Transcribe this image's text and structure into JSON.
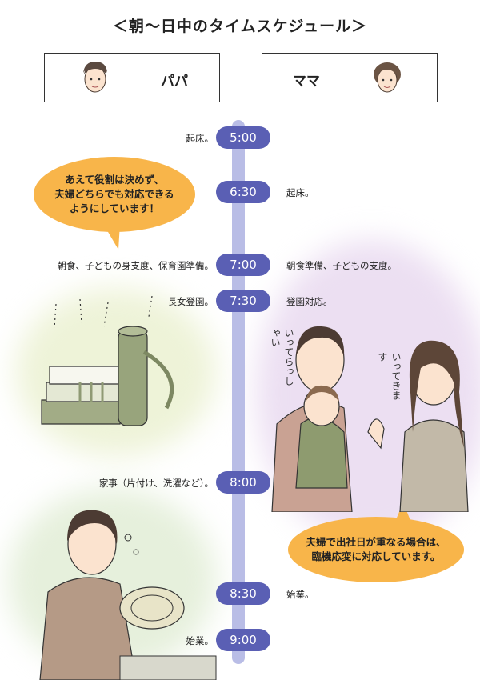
{
  "title": "＜朝〜日中のタイムスケジュール＞",
  "papa": {
    "label": "パパ"
  },
  "mama": {
    "label": "ママ"
  },
  "timeline": [
    {
      "time": "5:00",
      "papa": "起床。",
      "mama": ""
    },
    {
      "time": "6:30",
      "papa": "",
      "mama": "起床。"
    },
    {
      "time": "7:00",
      "papa": "朝食、子どもの身支度、保育園準備。",
      "mama": "朝食準備、子どもの支度。"
    },
    {
      "time": "7:30",
      "papa": "長女登園。",
      "mama": "登園対応。"
    },
    {
      "time": "8:00",
      "papa": "家事（片付け、洗濯など）。",
      "mama": ""
    },
    {
      "time": "8:30",
      "papa": "",
      "mama": "始業。"
    },
    {
      "time": "9:00",
      "papa": "始業。",
      "mama": ""
    }
  ],
  "bubbles": {
    "left": [
      "あえて役割は決めず、",
      "夫婦どちらでも対応できる",
      "ようにしています！"
    ],
    "right": [
      "夫婦で出社日が重なる場合は、",
      "臨機応変に対応しています。"
    ]
  },
  "handwriting": {
    "papa_says": "いってらっしゃい",
    "mama_says": "いってきます"
  },
  "colors": {
    "timeline_bar": "#b9bde6",
    "time_pill": "#5a5fb4",
    "bubble": "#f8b54a"
  }
}
